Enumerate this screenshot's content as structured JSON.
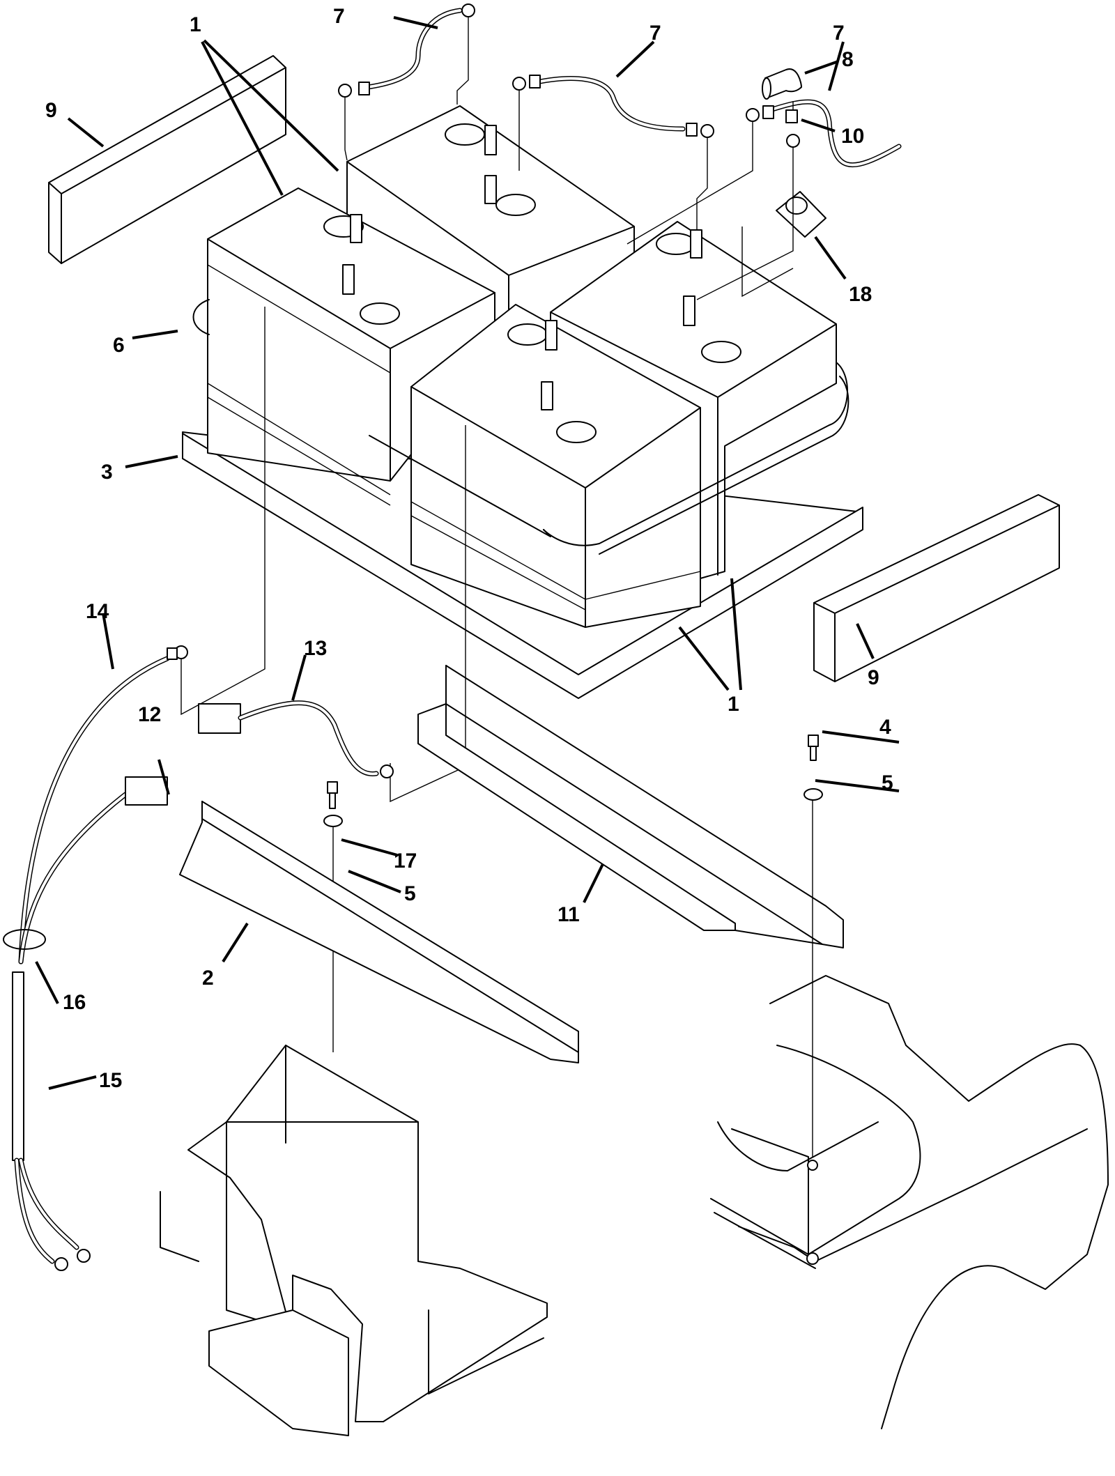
{
  "title": "Battery installation exploded parts diagram",
  "callouts": [
    {
      "id": "c1a",
      "label": "1",
      "part": "battery"
    },
    {
      "id": "c1b",
      "label": "1",
      "part": "battery"
    },
    {
      "id": "c7a",
      "label": "7",
      "part": "battery-jumper-cable"
    },
    {
      "id": "c7b",
      "label": "7",
      "part": "battery-jumper-cable"
    },
    {
      "id": "c7c",
      "label": "7",
      "part": "battery-jumper-cable"
    },
    {
      "id": "c8",
      "label": "8",
      "part": "terminal-boot"
    },
    {
      "id": "c9a",
      "label": "9",
      "part": "spacer-block"
    },
    {
      "id": "c10",
      "label": "10",
      "part": "nut"
    },
    {
      "id": "c18",
      "label": "18",
      "part": "grommet"
    },
    {
      "id": "c6",
      "label": "6",
      "part": "hold-down-strap"
    },
    {
      "id": "c3",
      "label": "3",
      "part": "battery-tray"
    },
    {
      "id": "c9b",
      "label": "9",
      "part": "spacer-block"
    },
    {
      "id": "c14",
      "label": "14",
      "part": "cable"
    },
    {
      "id": "c13",
      "label": "13",
      "part": "connector-cable"
    },
    {
      "id": "c12",
      "label": "12",
      "part": "connector"
    },
    {
      "id": "c4",
      "label": "4",
      "part": "bolt"
    },
    {
      "id": "c5a",
      "label": "5",
      "part": "washer"
    },
    {
      "id": "c17",
      "label": "17",
      "part": "bolt"
    },
    {
      "id": "c5b",
      "label": "5",
      "part": "washer"
    },
    {
      "id": "c11",
      "label": "11",
      "part": "angle-bracket"
    },
    {
      "id": "c2",
      "label": "2",
      "part": "angle-bracket"
    },
    {
      "id": "c16",
      "label": "16",
      "part": "cable-tie"
    },
    {
      "id": "c15",
      "label": "15",
      "part": "harness"
    }
  ]
}
